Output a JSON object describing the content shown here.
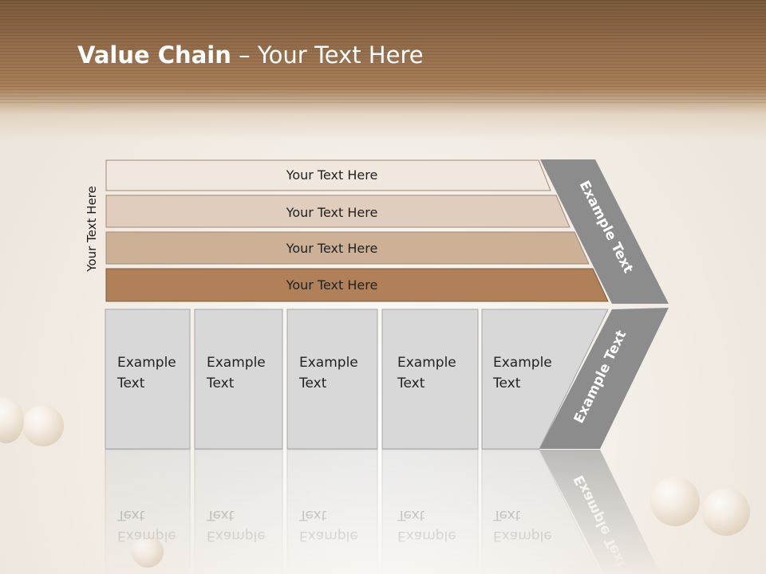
{
  "title": {
    "bold": "Value Chain",
    "rest": " – Your Text Here"
  },
  "side_label": "Your Text Here",
  "bars": [
    {
      "text": "Your Text Here",
      "color": "#f0e7df"
    },
    {
      "text": "Your Text Here",
      "color": "#e0cdbd"
    },
    {
      "text": "Your Text Here",
      "color": "#cdb197"
    },
    {
      "text": "Your Text Here",
      "color": "#b08158"
    }
  ],
  "boxes": [
    {
      "line1": "Example",
      "line2": "Text"
    },
    {
      "line1": "Example",
      "line2": "Text"
    },
    {
      "line1": "Example",
      "line2": "Text"
    },
    {
      "line1": "Example",
      "line2": "Text"
    },
    {
      "line1": "Example",
      "line2": "Text"
    }
  ],
  "arrow_top_text": "Example Text",
  "arrow_bottom_text": "Example Text",
  "colors": {
    "arrow": "#8c8c8c",
    "box": "#d8d8d8",
    "box_border": "#a6a6a6",
    "header": "#936b48"
  }
}
